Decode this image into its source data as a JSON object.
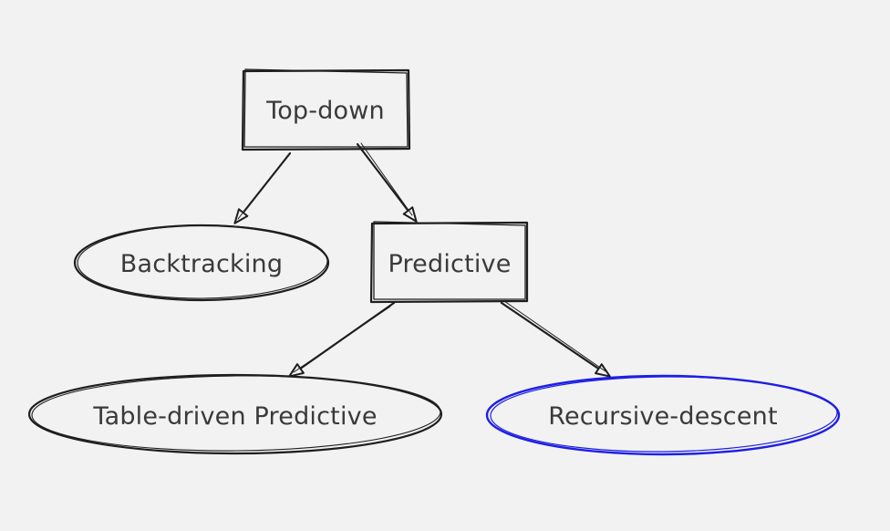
{
  "diagram": {
    "nodes": {
      "top_down": "Top-down",
      "backtracking": "Backtracking",
      "predictive": "Predictive",
      "table_driven": "Table-driven Predictive",
      "recursive_descent": "Recursive-descent"
    },
    "edges": [
      {
        "from": "Top-down",
        "to": "Backtracking"
      },
      {
        "from": "Top-down",
        "to": "Predictive"
      },
      {
        "from": "Predictive",
        "to": "Table-driven Predictive"
      },
      {
        "from": "Predictive",
        "to": "Recursive-descent"
      }
    ],
    "colors": {
      "background": "#f2f2f2",
      "stroke": "#1e1e1e",
      "highlight": "#1e1ee6",
      "text": "#3a3a3a"
    }
  }
}
